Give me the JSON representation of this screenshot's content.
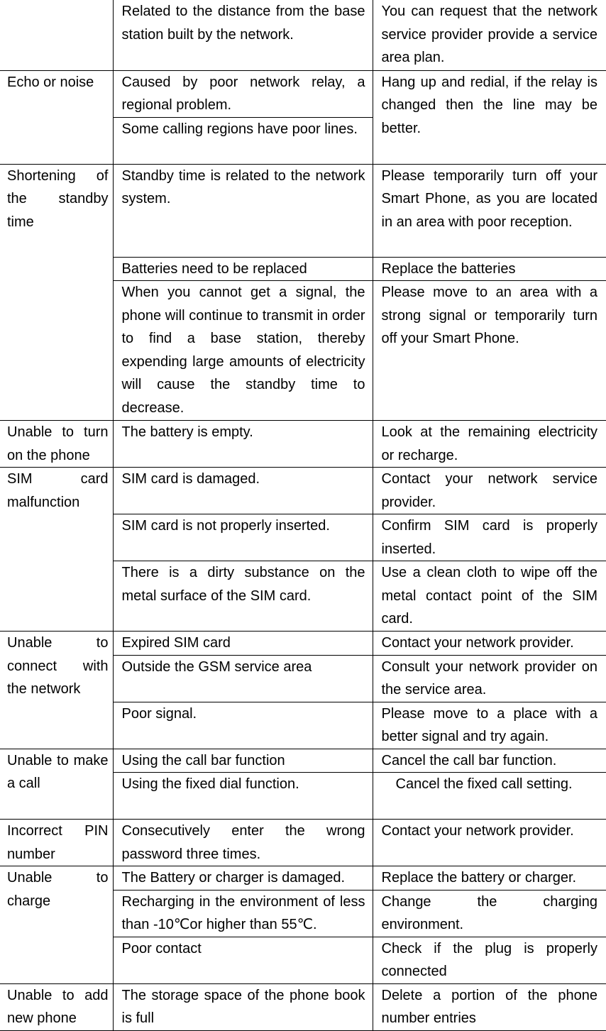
{
  "rows": [
    {
      "problem": "",
      "causes": [
        {
          "cause": "Related to the distance from the base station built by the network.",
          "solution": "You can request that the network service provider provide a service area plan."
        }
      ]
    },
    {
      "problem": "Echo or noise",
      "causes": [
        {
          "cause": "Caused by poor network relay, a regional problem.",
          "solution": "Hang up and redial, if the relay is changed then the line may be better."
        },
        {
          "cause": "Some calling regions have poor lines."
        }
      ]
    },
    {
      "problem": "Shortening of the standby time",
      "causes": [
        {
          "cause": "Standby time is related to the network system.",
          "solution": "Please temporarily turn off your Smart Phone, as you are located in an area with poor reception."
        },
        {
          "cause": "Batteries need to be replaced",
          "solution": "Replace the batteries"
        },
        {
          "cause": "When you cannot get a signal, the phone will continue to transmit in order to find a base station, thereby expending large amounts of electricity will cause the standby time to decrease.",
          "solution": "Please move to an area with a strong signal or temporarily turn off your Smart Phone."
        }
      ]
    },
    {
      "problem": "Unable to turn on the phone",
      "causes": [
        {
          "cause": "The battery is empty.",
          "solution": "Look at the remaining electricity or recharge."
        }
      ]
    },
    {
      "problem": "SIM card malfunction",
      "causes": [
        {
          "cause": "SIM card is damaged.",
          "solution": "Contact your network service provider."
        },
        {
          "cause": "SIM card is not properly inserted.",
          "solution": "Confirm SIM card is properly inserted."
        },
        {
          "cause": "There is a dirty substance on the metal surface of the SIM card.",
          "solution": "Use a clean cloth to wipe off the metal contact point of the SIM card."
        }
      ]
    },
    {
      "problem": "Unable to connect with the network",
      "causes": [
        {
          "cause": "Expired SIM card",
          "solution": "Contact your network provider."
        },
        {
          "cause": "Outside the GSM service area",
          "solution": "Consult your network provider on the service area."
        },
        {
          "cause": "Poor signal.",
          "solution": "Please move to a place with a better signal and try again."
        }
      ]
    },
    {
      "problem": "Unable to make a call",
      "causes": [
        {
          "cause": "Using the call bar function",
          "solution": "Cancel the call bar function."
        },
        {
          "cause": "Using the fixed dial function.",
          "solution": "　Cancel the fixed call setting."
        }
      ]
    },
    {
      "problem": "Incorrect PIN number",
      "causes": [
        {
          "cause": "Consecutively enter the wrong password three times.",
          "solution": "Contact your network provider."
        }
      ]
    },
    {
      "problem": "Unable to charge",
      "causes": [
        {
          "cause": "The Battery or charger is damaged.",
          "solution": "Replace the battery or charger."
        },
        {
          "cause": "Recharging in the environment of less than -10℃or higher than 55℃.",
          "solution": "Change the charging environment."
        },
        {
          "cause": "Poor contact",
          "solution": "Check if the plug is properly connected"
        }
      ]
    },
    {
      "problem": "Unable to add new phone",
      "causes": [
        {
          "cause": "The storage space of the phone book is full",
          "solution": "Delete a portion of the phone number entries"
        }
      ]
    }
  ]
}
